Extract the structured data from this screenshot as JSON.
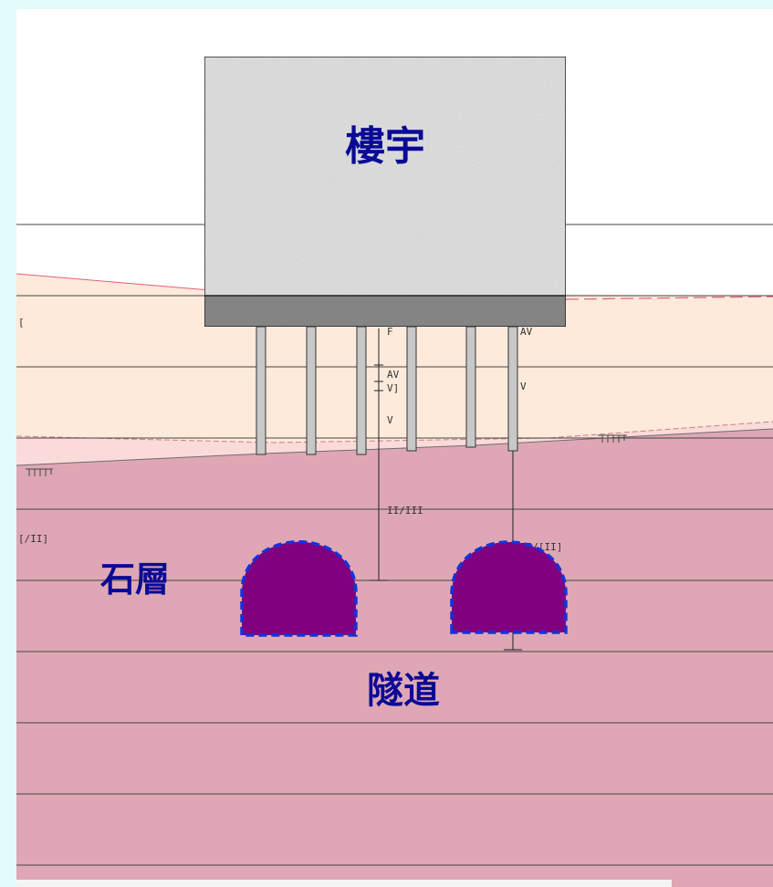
{
  "labels": {
    "building": "樓宇",
    "rock_layer": "石層",
    "tunnel": "隧道"
  },
  "borehole_marks": {
    "f": "F",
    "av_top": "AV",
    "av": "AV",
    "v_bracket": "V]",
    "v_left": "V",
    "v_right": "V",
    "ii_iii": "II/III",
    "ii_ii_right": "II/[II]",
    "ii_left": "[/II]",
    "bracket": "["
  },
  "colors": {
    "background": "#e2fbfa",
    "soil": "#fdeadb",
    "weathered": "#fadbd9",
    "rock": "#dfa7b5",
    "tunnel_fill": "#800080",
    "tunnel_outline": "#1432dc",
    "label": "#0a0a96",
    "building": "#e2e2e2",
    "foundation": "#8a8a8a",
    "pile": "#c8c8c8"
  }
}
